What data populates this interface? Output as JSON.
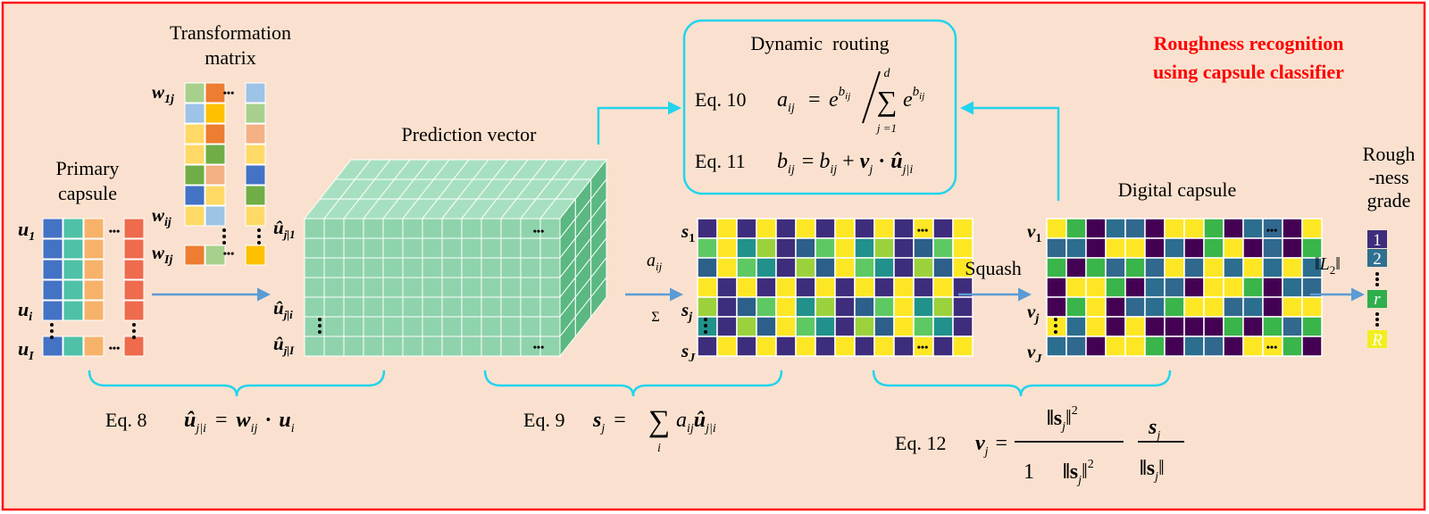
{
  "title": {
    "line1": "Roughness recognition",
    "line2": "using capsule classifier",
    "color": "#ff0000"
  },
  "colors": {
    "background": "#fae1cf",
    "border": "#ff1111",
    "accent_cyan": "#22d4ec",
    "arrow_blue": "#5b9bd5",
    "cube_face": "#8fd3ac",
    "cube_top": "#a7e0c0",
    "cube_side": "#5bb882"
  },
  "primary_capsule": {
    "label_line1": "Primary",
    "label_line2": "capsule",
    "row_labels": {
      "first": "u",
      "first_sub": "1",
      "mid": "u",
      "mid_sub": "i",
      "last": "u",
      "last_sub": "I"
    },
    "column_colors": [
      "#4472c4",
      "#4fc1a6",
      "#f7b26a",
      "#ee6b4d"
    ]
  },
  "transformation_matrix": {
    "label_line1": "Transformation",
    "label_line2": "matrix",
    "row_labels": {
      "first": "w",
      "first_sub": "1j",
      "mid": "w",
      "mid_sub": "ij",
      "last": "w",
      "last_sub": "Ij"
    }
  },
  "prediction_vector": {
    "label": "Prediction vector",
    "row_labels": {
      "first": "û",
      "first_sub": "j|1",
      "mid": "û",
      "mid_sub": "j|i",
      "last": "û",
      "last_sub": "j|I"
    }
  },
  "dynamic_routing": {
    "title": "Dynamic  routing",
    "eq10_label": "Eq. 10",
    "eq10_a": "a",
    "eq10_a_sub": "ij",
    "eq10_equals": "=",
    "eq10_e": "e",
    "eq10_exp": "b",
    "eq10_exp_sub": "ij",
    "eq10_sum_top": "d",
    "eq10_sum": "∑",
    "eq10_sum_bottom": "j =1",
    "eq11_label": "Eq. 11",
    "eq11_b": "b",
    "eq11_b_sub": "ij",
    "eq11_equals": "=",
    "eq11_b2": "b",
    "eq11_b2_sub": "ij",
    "eq11_plus": "+",
    "eq11_v": "v",
    "eq11_v_sub": "j",
    "eq11_dot": "·",
    "eq11_u": "û",
    "eq11_u_sub": "j|i"
  },
  "aij_arrow": {
    "label": "a",
    "label_sub": "ij",
    "sum": "Σ"
  },
  "s_matrix": {
    "row_labels": {
      "first": "s",
      "first_sub": "1",
      "mid": "s",
      "mid_sub": "j",
      "last": "s",
      "last_sub": "J"
    }
  },
  "squash": {
    "label": "Squash"
  },
  "digital_capsule": {
    "label": "Digital capsule",
    "row_labels": {
      "first": "v",
      "first_sub": "1",
      "mid": "v",
      "mid_sub": "j",
      "last": "v",
      "last_sub": "J"
    }
  },
  "l2_arrow": {
    "label": "‖L",
    "label_sub": "2",
    "label_end": "‖"
  },
  "roughness_grade": {
    "label_line1": "Rough",
    "label_line2": "-ness",
    "label_line3": "grade",
    "cells": [
      {
        "text": "1",
        "color": "#3e2d7c"
      },
      {
        "text": "2",
        "color": "#2f6f8f"
      },
      {
        "text": "r",
        "color": "#2fae4e"
      },
      {
        "text": "R",
        "color": "#f2ee20"
      }
    ]
  },
  "eq8": {
    "label": "Eq. 8",
    "u": "û",
    "u_sub": "j|i",
    "equals": "=",
    "w": "w",
    "w_sub": "ij",
    "dot": "·",
    "u2": "u",
    "u2_sub": "i"
  },
  "eq9": {
    "label": "Eq. 9",
    "s": "s",
    "s_sub": "j",
    "equals": "=",
    "sum": "∑",
    "sum_sub": "i",
    "a": "a",
    "a_sub": "ij",
    "u": "û",
    "u_sub": "j|i"
  },
  "eq12": {
    "label": "Eq. 12",
    "v": "v",
    "v_sub": "j",
    "equals": "=",
    "num": "‖s",
    "num_sub": "j",
    "num_end": "‖",
    "num_sup": "2",
    "den_one": "1",
    "den": "‖s",
    "den_sub": "j",
    "den_end": "‖",
    "den_sup": "2",
    "frac2_num": "s",
    "frac2_num_sub": "j",
    "frac2_den": "‖s",
    "frac2_den_sub": "j",
    "frac2_den_end": "‖"
  },
  "ellipsis": "•••"
}
